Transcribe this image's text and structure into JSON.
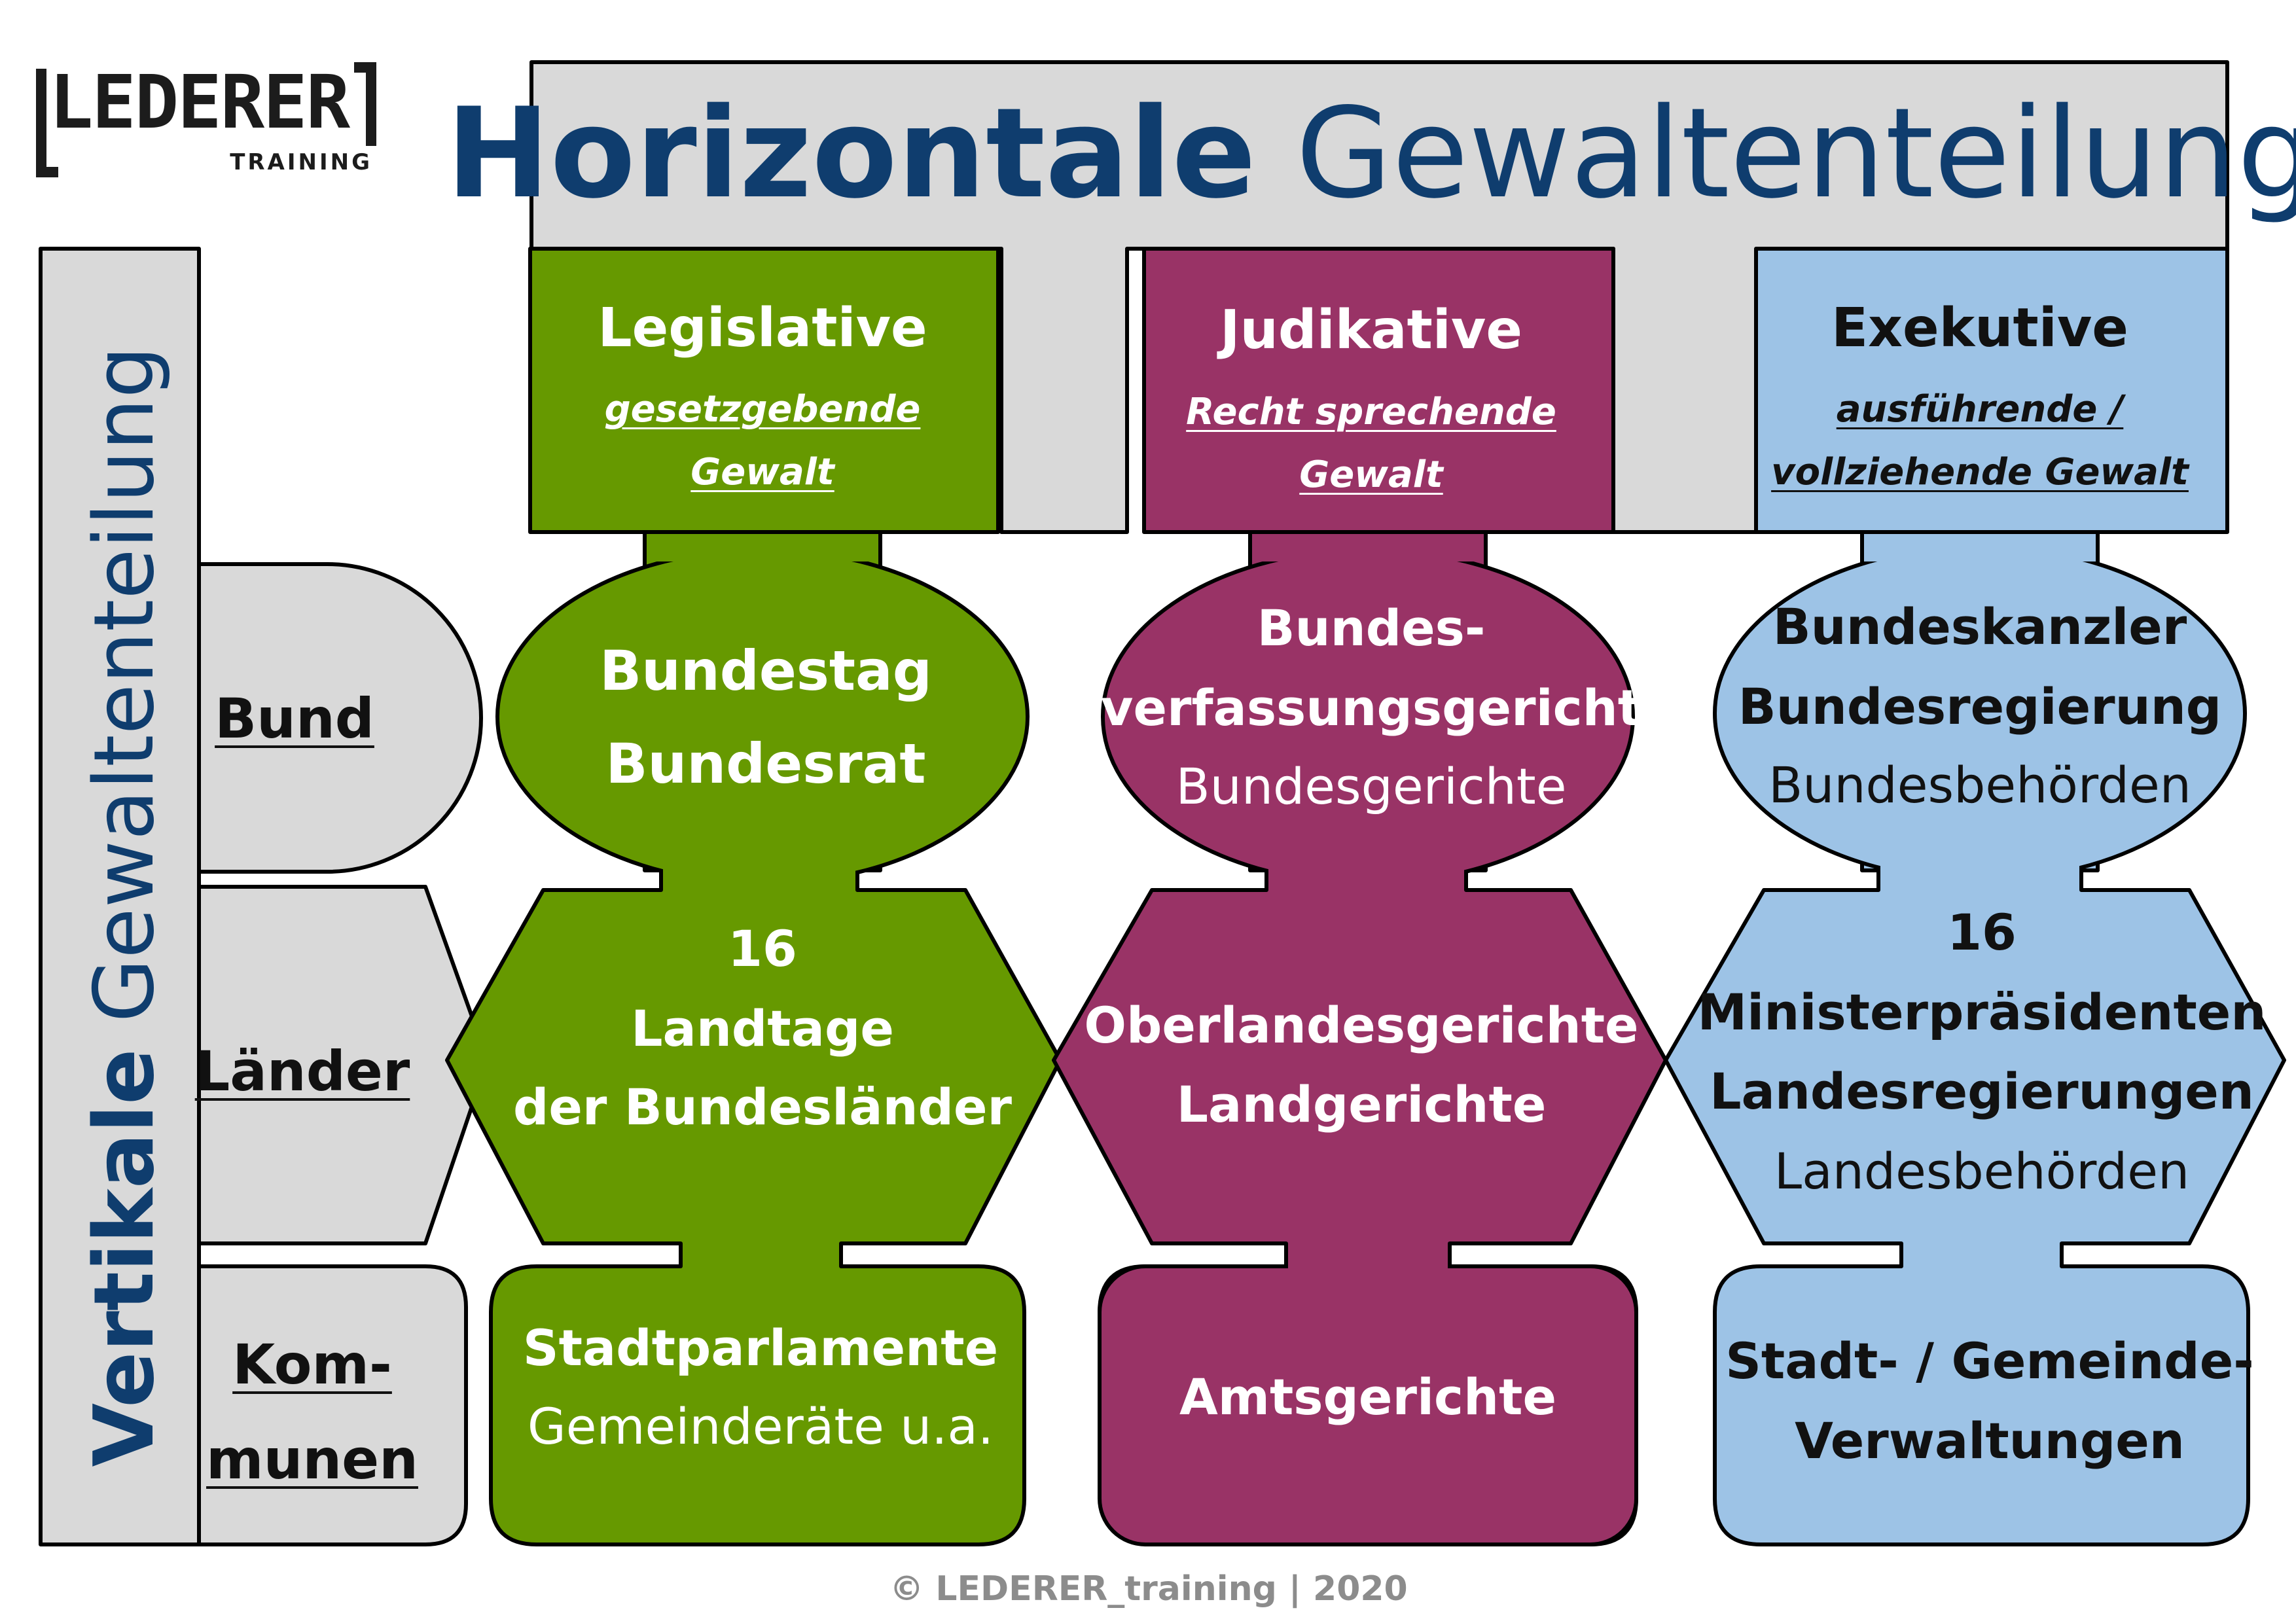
{
  "logo": {
    "word": "LEDERER",
    "sub": "TRAINING"
  },
  "title": {
    "bold": "Horizontale",
    "regular": "Gewaltenteilung"
  },
  "vertical_title": {
    "bold": "Vertikale",
    "regular": "Gewaltenteilung"
  },
  "levels": {
    "bund": "Bund",
    "laender": "Länder",
    "kommunen_1": "Kom-",
    "kommunen_2": "munen"
  },
  "legislative": {
    "heading": "Legislative",
    "sub_1": "gesetzgebende",
    "sub_2": "Gewalt",
    "bund_1": "Bundestag",
    "bund_2": "Bundesrat",
    "laender_1": "16",
    "laender_2": "Landtage",
    "laender_3": "der Bundesländer",
    "kommunen_1": "Stadtparlamente",
    "kommunen_2": "Gemeinderäte u.a."
  },
  "judikative": {
    "heading": "Judikative",
    "sub_1": "Recht sprechende",
    "sub_2": "Gewalt",
    "bund_1": "Bundes-",
    "bund_2": "verfassungsgericht",
    "bund_3": "Bundesgerichte",
    "laender_1": "Oberlandesgerichte",
    "laender_2": "Landgerichte",
    "kommunen_1": "Amtsgerichte"
  },
  "exekutive": {
    "heading": "Exekutive",
    "sub_1": "ausführende /",
    "sub_2": "vollziehende Gewalt",
    "bund_1": "Bundeskanzler",
    "bund_2": "Bundesregierung",
    "bund_3": "Bundesbehörden",
    "laender_1": "16",
    "laender_2": "Ministerpräsidenten",
    "laender_3": "Landesregierungen",
    "laender_4": "Landesbehörden",
    "kommunen_1": "Stadt- / Gemeinde-",
    "kommunen_2": "Verwaltungen"
  },
  "copyright": "© LEDERER_training | 2020",
  "colors": {
    "legislative": "#669900",
    "judikative": "#993366",
    "exekutive": "#9dc3e6",
    "grey": "#d9d9d9",
    "title_navy": "#0f3d6e"
  }
}
